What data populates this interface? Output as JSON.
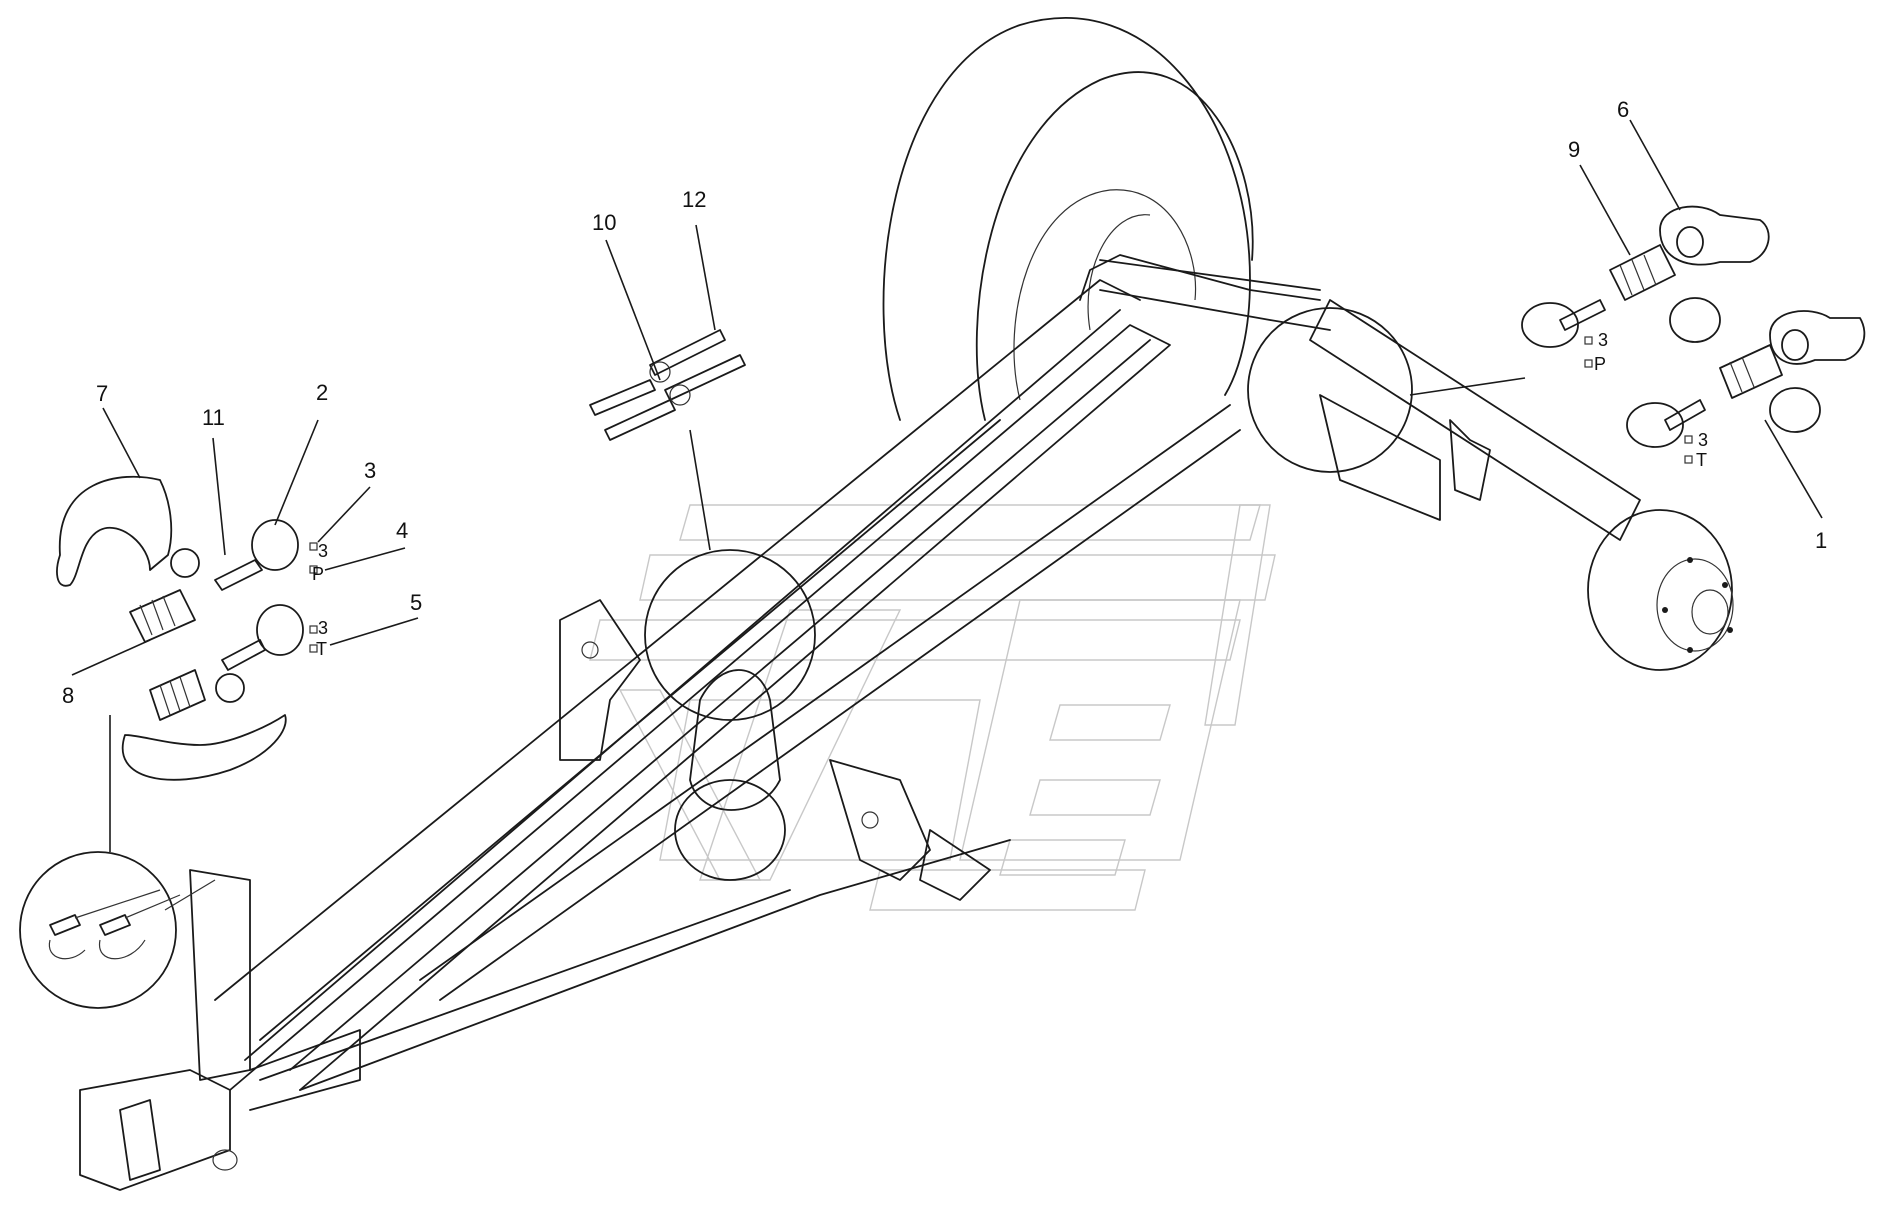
{
  "callouts": [
    {
      "id": "c1",
      "label": "1"
    },
    {
      "id": "c2",
      "label": "2"
    },
    {
      "id": "c3",
      "label": "3"
    },
    {
      "id": "c4",
      "label": "4"
    },
    {
      "id": "c5",
      "label": "5"
    },
    {
      "id": "c6",
      "label": "6"
    },
    {
      "id": "c7",
      "label": "7"
    },
    {
      "id": "c8",
      "label": "8"
    },
    {
      "id": "c9",
      "label": "9"
    },
    {
      "id": "c10",
      "label": "10"
    },
    {
      "id": "c11",
      "label": "11"
    },
    {
      "id": "c12",
      "label": "12"
    }
  ],
  "port_marks": {
    "left_upper": {
      "qty": "3",
      "port": "P"
    },
    "left_lower": {
      "qty": "3",
      "port": "T"
    },
    "right_upper": {
      "qty": "3",
      "port": "P"
    },
    "right_lower": {
      "qty": "3",
      "port": "T"
    }
  }
}
